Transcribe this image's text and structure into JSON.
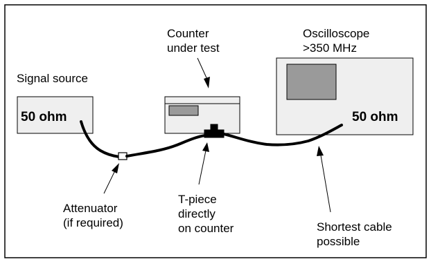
{
  "source": {
    "title": "Signal source",
    "impedance": "50 ohm"
  },
  "counter": {
    "title_line1": "Counter",
    "title_line2": "under test"
  },
  "scope": {
    "title_line1": "Oscilloscope",
    "title_line2": ">350 MHz",
    "impedance": "50 ohm"
  },
  "callouts": {
    "attenuator_line1": "Attenuator",
    "attenuator_line2": "(if required)",
    "tpiece_line1": "T-piece",
    "tpiece_line2": "directly",
    "tpiece_line3": "on counter",
    "cable_line1": "Shortest cable",
    "cable_line2": "possible"
  },
  "colors": {
    "box_fill": "#efefef",
    "display_fill": "#9a9a9a",
    "stroke": "#000000"
  }
}
